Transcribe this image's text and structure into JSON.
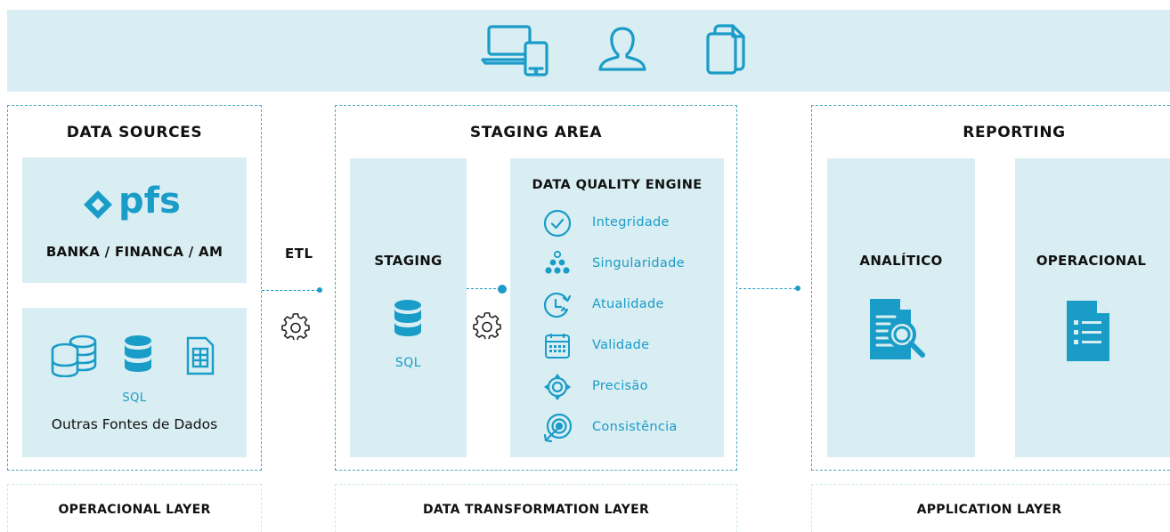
{
  "top_bar": {
    "icons": [
      "devices-icon",
      "user-icon",
      "documents-icon"
    ]
  },
  "data_sources": {
    "title": "DATA SOURCES",
    "pfs_panel": {
      "logo_text": "pfs",
      "label": "BANKA / FINANCA / AM"
    },
    "other_panel": {
      "sql_label": "SQL",
      "label": "Outras Fontes de Dados"
    }
  },
  "etl": {
    "label": "ETL"
  },
  "staging_area": {
    "title": "STAGING AREA",
    "staging_panel": {
      "label": "STAGING",
      "sql_label": "SQL"
    },
    "dq_engine": {
      "title": "DATA QUALITY ENGINE",
      "items": [
        {
          "label": "Integridade",
          "icon": "check-circle-icon"
        },
        {
          "label": "Singularidade",
          "icon": "dots-pyramid-icon"
        },
        {
          "label": "Atualidade",
          "icon": "clock-refresh-icon"
        },
        {
          "label": "Validade",
          "icon": "calendar-icon"
        },
        {
          "label": "Precisão",
          "icon": "target-crosshair-icon"
        },
        {
          "label": "Consistência",
          "icon": "bullseye-arrow-icon"
        }
      ]
    }
  },
  "reporting": {
    "title": "REPORTING",
    "analytic": {
      "label": "ANALÍTICO"
    },
    "operational": {
      "label": "OPERACIONAL"
    }
  },
  "layers": {
    "operational": "OPERACIONAL LAYER",
    "transformation": "DATA TRANSFORMATION LAYER",
    "application": "APPLICATION LAYER"
  },
  "colors": {
    "accent": "#1a9cc8",
    "panel_bg": "#d9eef2",
    "border": "#4aa8c6"
  }
}
